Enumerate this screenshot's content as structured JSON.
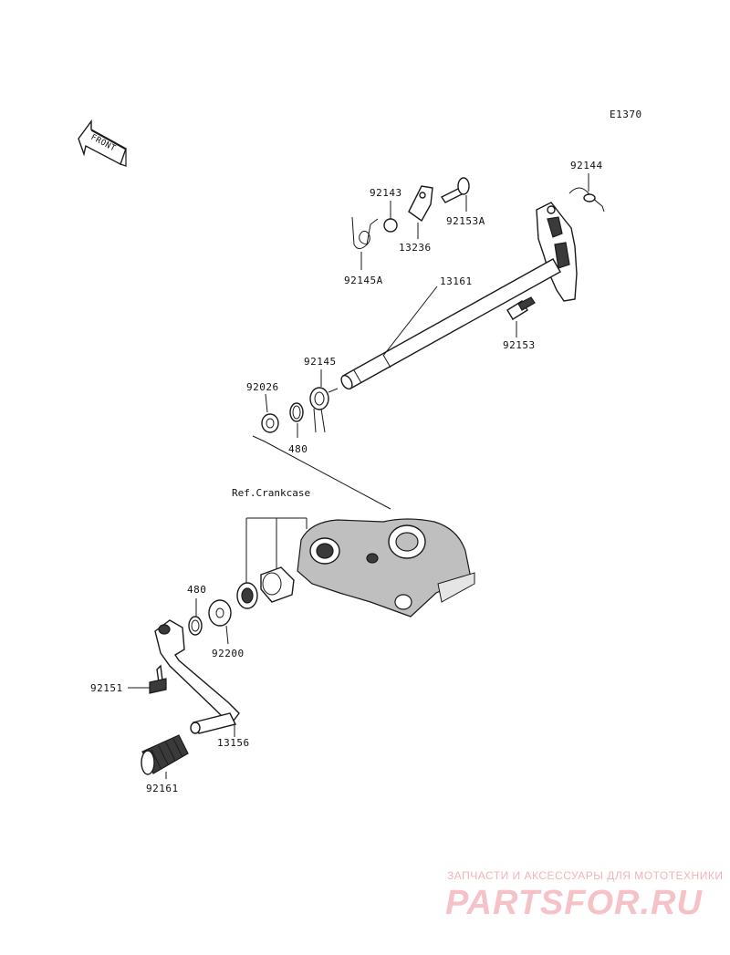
{
  "diagram_code": "E1370",
  "front_label": "FRONT",
  "ref_label": "Ref.Crankcase",
  "part_labels": {
    "p92144": "92144",
    "p92143": "92143",
    "p92153A": "92153A",
    "p13236": "13236",
    "p92145A": "92145A",
    "p13161": "13161",
    "p92153": "92153",
    "p92145": "92145",
    "p92026": "92026",
    "p480_upper": "480",
    "p480_lower": "480",
    "p92200": "92200",
    "p92151": "92151",
    "p13156": "13156",
    "p92161": "92161"
  },
  "watermark": {
    "tagline": "ЗАПЧАСТИ И АКСЕССУАРЫ ДЛЯ МОТОТЕХНИКИ",
    "brand": "PARTSFOR.RU"
  },
  "colors": {
    "line": "#1a1a1a",
    "crankcase": "#bfbfbf",
    "watermark": "#f5c3c7"
  }
}
